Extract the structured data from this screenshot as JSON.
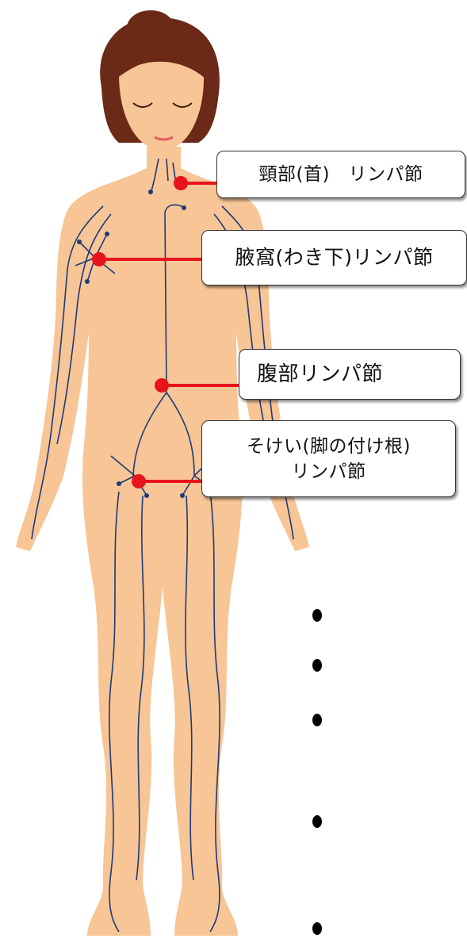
{
  "labels": {
    "neck": "頸部(首)　リンパ節",
    "axilla": "腋窩(わき下)リンパ節",
    "abdomen": "腹部リンパ節",
    "groin_line1": "そけい(脚の付け根)",
    "groin_line2": "リンパ節"
  },
  "colors": {
    "skin": "#f7c596",
    "hair": "#6b2a17",
    "lymph_vessel": "#1d3a78",
    "marker": "#e8141c",
    "callout_border": "#333333"
  },
  "icons": [
    "lymph-node-marker",
    "bullet-dot"
  ]
}
